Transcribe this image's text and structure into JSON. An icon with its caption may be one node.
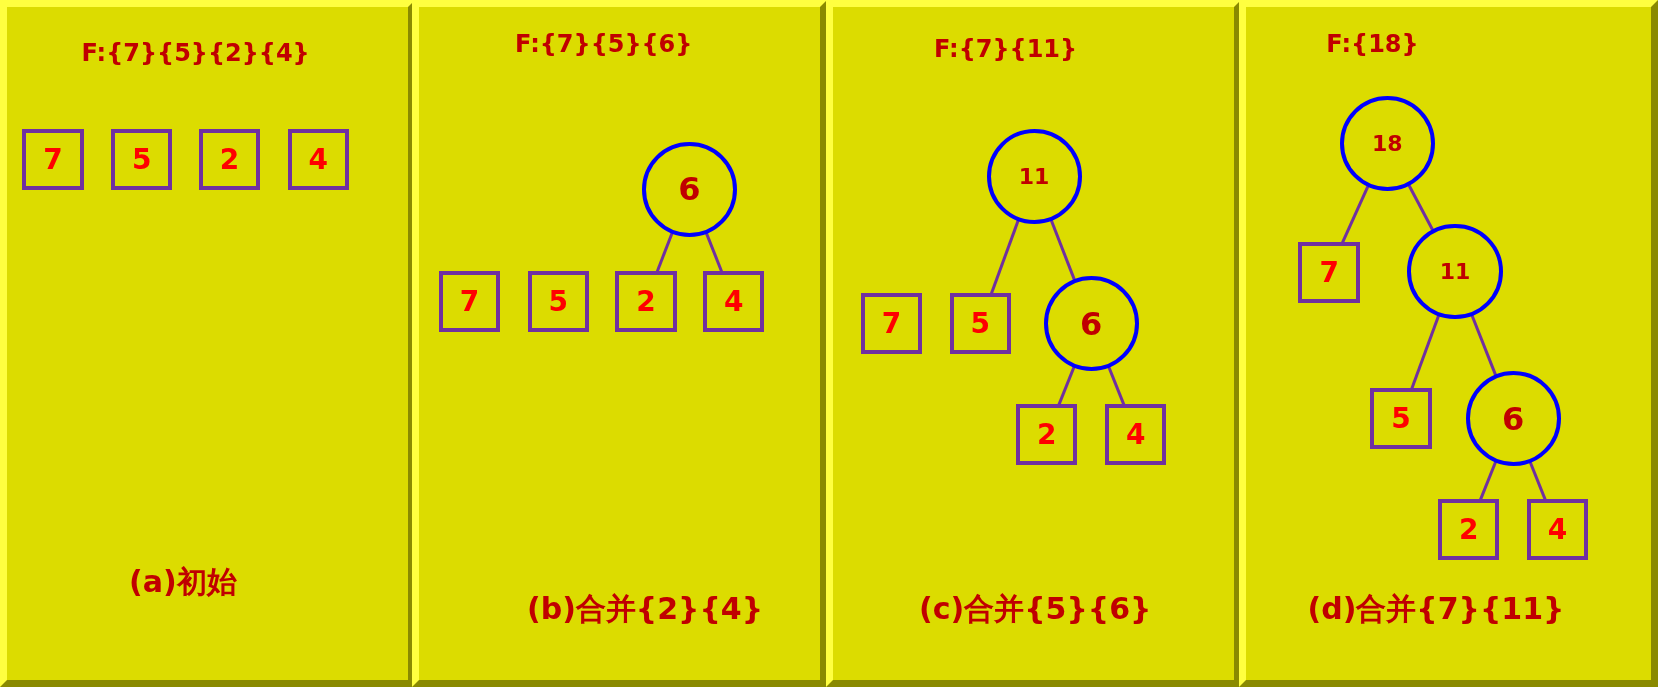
{
  "diagram": {
    "nodes": [
      {
        "text": [
          "F:{7}{5}{2}{4}",
          "(a)初始"
        ]
      },
      {
        "text": [
          "7"
        ],
        "in": 0
      },
      {
        "text": [
          "5"
        ],
        "in": 0
      },
      {
        "text": [
          "2"
        ],
        "in": 0
      },
      {
        "text": [
          "4"
        ],
        "in": 0
      },
      {
        "text": [
          "F:{7}{5}{6}",
          "(b)合并{2}{4}"
        ]
      },
      {
        "text": [
          "6"
        ],
        "in": 5
      },
      {
        "text": [
          "7"
        ],
        "in": 5
      },
      {
        "text": [
          "5"
        ],
        "in": 5
      },
      {
        "text": [
          "2"
        ],
        "in": 5
      },
      {
        "text": [
          "4"
        ],
        "in": 5
      },
      {
        "text": [
          "F:{7}{11}",
          "(c)合并{5}{6}"
        ]
      },
      {
        "text": [
          "11"
        ],
        "in": 11
      },
      {
        "text": [
          "7"
        ],
        "in": 11
      },
      {
        "text": [
          "5"
        ],
        "in": 11
      },
      {
        "text": [
          "6"
        ],
        "in": 11
      },
      {
        "text": [
          "2"
        ],
        "in": 11
      },
      {
        "text": [
          "4"
        ],
        "in": 11
      },
      {
        "text": [
          "F:{18}",
          "(d)合并{7}{11}"
        ]
      },
      {
        "text": [
          "18"
        ],
        "in": 18
      },
      {
        "text": [
          "7"
        ],
        "in": 18
      },
      {
        "text": [
          "11"
        ],
        "in": 18
      },
      {
        "text": [
          "5"
        ],
        "in": 18
      },
      {
        "text": [
          "6"
        ],
        "in": 18
      },
      {
        "text": [
          "2"
        ],
        "in": 18
      },
      {
        "text": [
          "4"
        ],
        "in": 18
      }
    ],
    "edges": [
      {
        "from": 6,
        "to": 9,
        "arrow": "none"
      },
      {
        "from": 6,
        "to": 10,
        "arrow": "none"
      },
      {
        "from": 12,
        "to": 14,
        "arrow": "none"
      },
      {
        "from": 12,
        "to": 15,
        "arrow": "none"
      },
      {
        "from": 15,
        "to": 16,
        "arrow": "none"
      },
      {
        "from": 15,
        "to": 17,
        "arrow": "none"
      },
      {
        "from": 19,
        "to": 20,
        "arrow": "none"
      },
      {
        "from": 19,
        "to": 21,
        "arrow": "none"
      },
      {
        "from": 21,
        "to": 22,
        "arrow": "none"
      },
      {
        "from": 21,
        "to": 23,
        "arrow": "none"
      },
      {
        "from": 23,
        "to": 24,
        "arrow": "none"
      },
      {
        "from": 23,
        "to": 25,
        "arrow": "none"
      }
    ]
  }
}
